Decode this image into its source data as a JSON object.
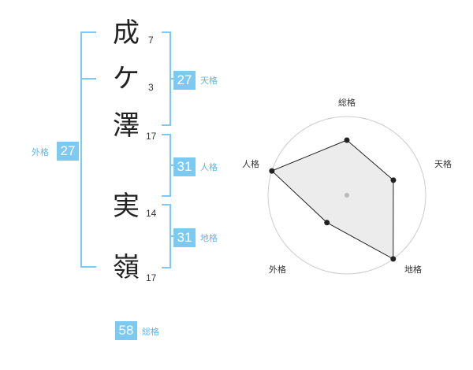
{
  "name": {
    "chars": [
      {
        "char": "成",
        "strokes": "7"
      },
      {
        "char": "ケ",
        "strokes": "3"
      },
      {
        "char": "澤",
        "strokes": "17"
      },
      {
        "char": "実",
        "strokes": "14"
      },
      {
        "char": "嶺",
        "strokes": "17"
      }
    ]
  },
  "scores": {
    "tenkaku": {
      "value": "27",
      "label": "天格"
    },
    "jinkaku": {
      "value": "31",
      "label": "人格"
    },
    "chikaku": {
      "value": "31",
      "label": "地格"
    },
    "gaikaku": {
      "value": "27",
      "label": "外格"
    },
    "soukaku": {
      "value": "58",
      "label": "総格"
    }
  },
  "chart_data": {
    "type": "radar",
    "axes": [
      "総格",
      "天格",
      "地格",
      "外格",
      "人格"
    ],
    "values": [
      0.7,
      0.62,
      1.0,
      0.43,
      1.0
    ],
    "rings": 4,
    "colors": {
      "fill": "#f0f0f0",
      "line": "#222222",
      "ring": "#cccccc"
    }
  },
  "colors": {
    "accent": "#7cc9f2",
    "accent_text": "#5fb7e8"
  }
}
